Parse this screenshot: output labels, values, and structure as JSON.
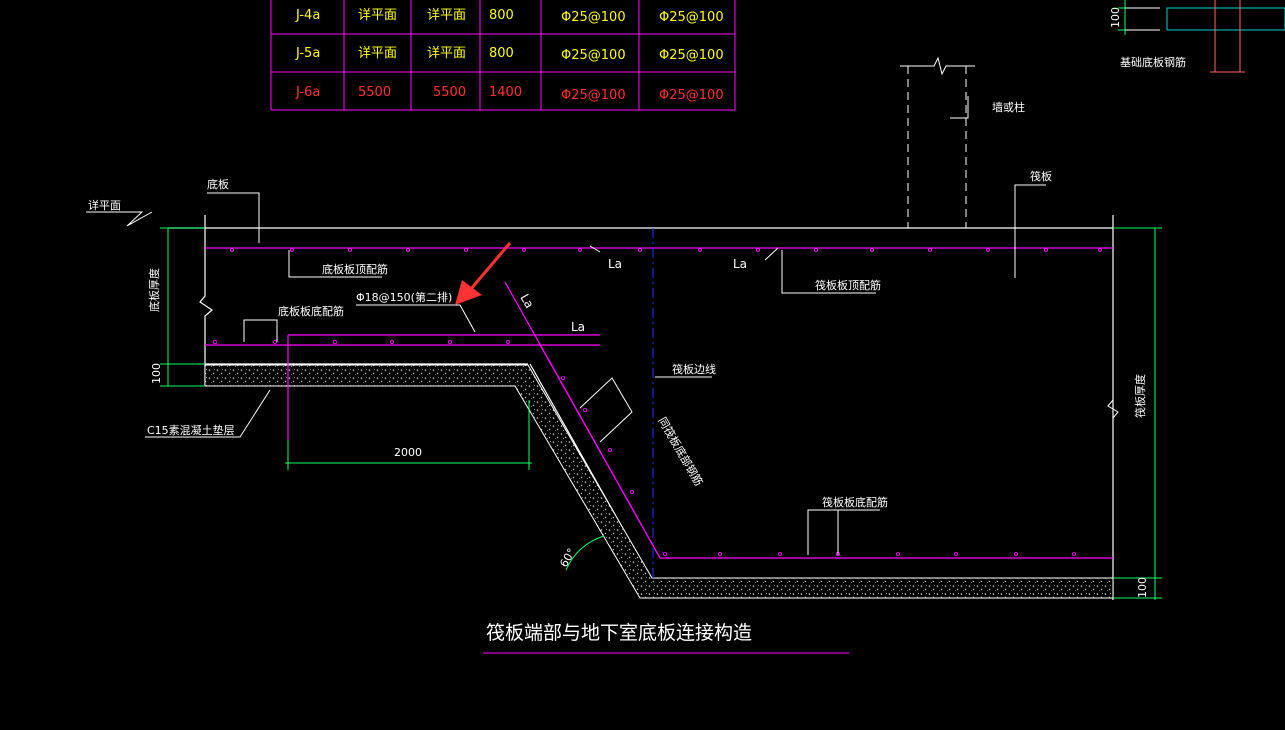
{
  "colors": {
    "background": "#000000",
    "table_grid": "#ff00ff",
    "table_text": "#ffff00",
    "table_text_red": "#ff3333",
    "outline": "#ffffff",
    "rebar": "#ff00ff",
    "dimension": "#00ff66",
    "centerline": "#2233ff",
    "cyan": "#00cccc",
    "arrow": "#ff3333"
  },
  "table": {
    "rows": [
      {
        "id": "J-4a",
        "c2": "详平面",
        "c3": "详平面",
        "c4": "800",
        "c5": "Φ25@100",
        "c6": "Φ25@100",
        "highlight": false
      },
      {
        "id": "J-5a",
        "c2": "详平面",
        "c3": "详平面",
        "c4": "800",
        "c5": "Φ25@100",
        "c6": "Φ25@100",
        "highlight": false
      },
      {
        "id": "J-6a",
        "c2": "5500",
        "c3": "5500",
        "c4": "1400",
        "c5": "Φ25@100",
        "c6": "Φ25@100",
        "highlight": true
      }
    ]
  },
  "labels": {
    "top_right_dim": "100",
    "top_right_caption": "基础底板钢筋",
    "wall_column": "墙或柱",
    "raft": "筏板",
    "floor_slab": "底板",
    "detail_plan": "详平面",
    "slab_top_rebar": "底板板顶配筋",
    "slab_bottom_rebar": "底板板底配筋",
    "raft_top_rebar": "筏板板顶配筋",
    "raft_bottom_rebar": "筏板板底配筋",
    "second_row_rebar": "Φ18@150(第二排)",
    "la_1": "La",
    "la_2": "La",
    "la_3": "La",
    "la_diag": "La",
    "raft_edge_line": "筏板边线",
    "slope_rebar_note": "同筏板底部钢筋",
    "slab_thickness": "底板厚度",
    "raft_thickness": "筏板厚度",
    "dim_100_left": "100",
    "dim_100_right": "100",
    "cushion": "C15素混凝土垫层",
    "dim_2000": "2000",
    "angle": "60°",
    "title": "筏板端部与地下室底板连接构造"
  }
}
